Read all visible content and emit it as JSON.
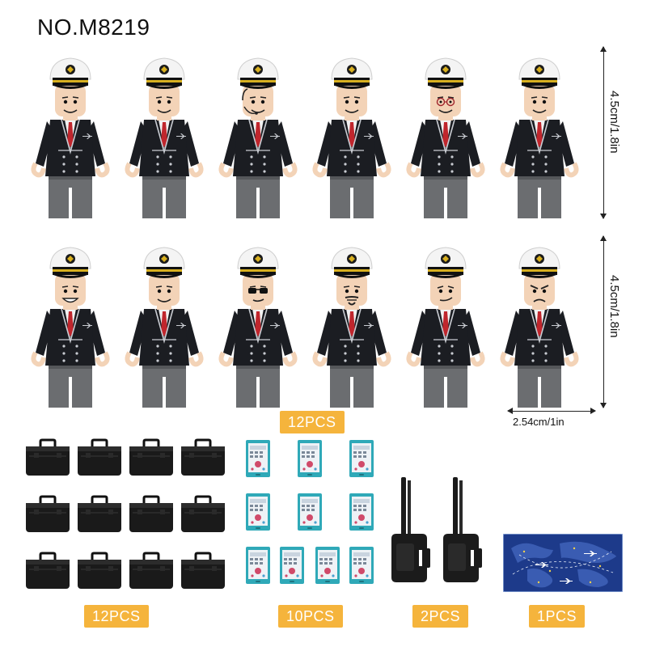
{
  "product": {
    "model_number": "NO.M8219"
  },
  "dimensions": {
    "row1_height": "4.5cm/1.8in",
    "row2_height": "4.5cm/1.8in",
    "figure_width": "2.54cm/1in"
  },
  "counts": {
    "figures": "12PCS",
    "briefcases": "12PCS",
    "phones": "10PCS",
    "radios": "2PCS",
    "map_tile": "1PCS"
  },
  "colors": {
    "uniform": "#1b1d22",
    "trim": "#c9ccd2",
    "tie": "#c0262d",
    "legs": "#6b6d70",
    "cap": "#f4f4f4",
    "cap_band": "#d8b020",
    "skin": "#f3d3b7",
    "badge": "#f5b43c",
    "phone_frame": "#2fa9b8",
    "map_blue": "#1d3a8a"
  },
  "figures": [
    {
      "face": "smile"
    },
    {
      "face": "smile"
    },
    {
      "face": "headset"
    },
    {
      "face": "smile"
    },
    {
      "face": "glasses"
    },
    {
      "face": "smile"
    },
    {
      "face": "grin"
    },
    {
      "face": "smile"
    },
    {
      "face": "sunglasses"
    },
    {
      "face": "beard"
    },
    {
      "face": "smirk"
    },
    {
      "face": "angry"
    }
  ]
}
